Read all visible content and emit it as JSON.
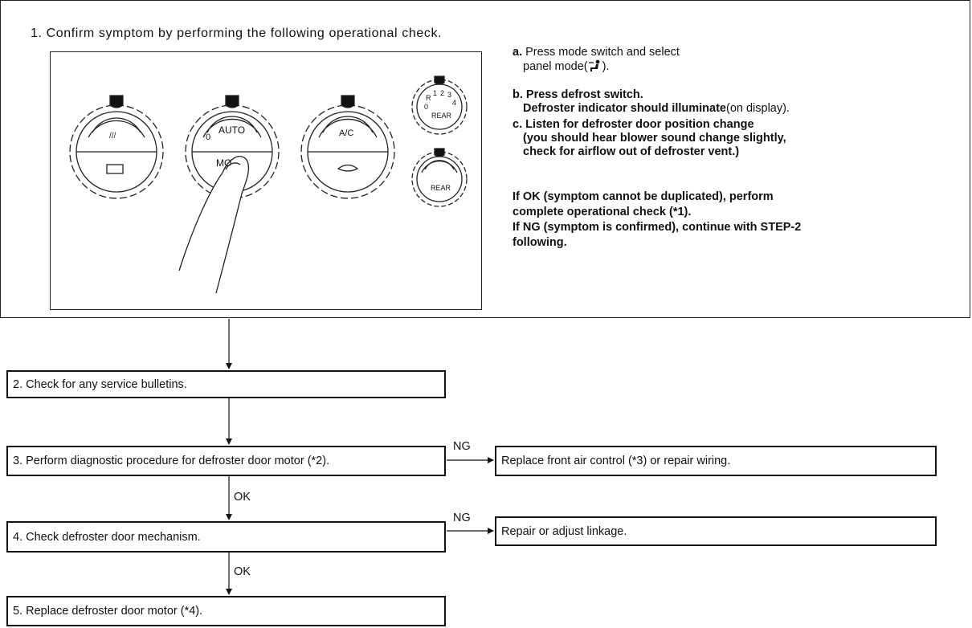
{
  "title": "1. Confirm symptom by performing the following operational check.",
  "panel": {
    "dial_auto": "AUTO",
    "dial_zero": "0",
    "dial_mode": "MO",
    "dial_ac": "A/C",
    "rear_top_r": "R",
    "rear_top_1": "1",
    "rear_top_2": "2",
    "rear_top_3": "3",
    "rear_top_4": "4",
    "rear_top_0": "0",
    "rear_top_label": "REAR",
    "rear_bottom_label": "REAR"
  },
  "instructions": {
    "a_prefix": "a.",
    "a_line1": "Press mode switch and select",
    "a_line2_pre": "panel mode(",
    "a_line2_post": ").",
    "b_prefix": "b.",
    "b_line1": "Press defrost switch.",
    "b_line2": "Defroster indicator should illuminate",
    "b_line2_tail": "(on display).",
    "c_prefix": "c.",
    "c_line1": "Listen for defroster door position change",
    "c_line2": "(you should hear blower sound change slightly,",
    "c_line3": "check for airflow out of defroster vent.)",
    "ok_line1": "If OK (symptom cannot be duplicated), perform",
    "ok_line2": "complete operational check (*1).",
    "ng_line1": "If NG (symptom is confirmed), continue with STEP-2",
    "ng_line2": "following."
  },
  "flow": {
    "step2": "2. Check for any service bulletins.",
    "step3": "3. Perform diagnostic procedure for defroster door motor (*2).",
    "step3_ng_label": "NG",
    "step3_ng_box": "Replace front air control (*3) or repair wiring.",
    "step3_ok_label": "OK",
    "step4": "4. Check defroster door mechanism.",
    "step4_ng_label": "NG",
    "step4_ng_box": "Repair or adjust linkage.",
    "step4_ok_label": "OK",
    "step5": "5. Replace defroster door motor (*4)."
  }
}
